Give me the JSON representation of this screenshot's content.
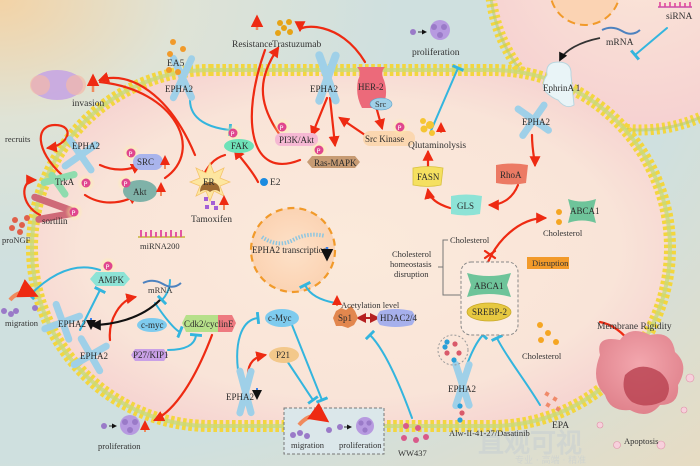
{
  "diagram": {
    "topic": "EPHA2 signaling pathways in cancer",
    "receptor": "EPHA2",
    "extracellular": {
      "invasion": "invasion",
      "recruits": "recruits",
      "proNGF": "proNGF",
      "migration_left": "migration",
      "proliferation_bottom": "proliferation",
      "EA5": "EA5",
      "resistance": "Resistance",
      "trastuzumab": "Trastuzumab",
      "proliferation_top": "proliferation",
      "sirna": "siRNA",
      "mrna_top": "mRNA",
      "ephrinA1": "EphrinA 1",
      "ww437": "WW437",
      "inhibitor": "Alw-II-41-27/Dasatinib",
      "epa": "EPA",
      "membrane_rigidity": "Membrane Rigidity",
      "apoptosis": "Apoptosis",
      "box_migration": "migration",
      "box_proliferation": "proliferation"
    },
    "intracellular": {
      "src": "SRC",
      "akt": "Akt",
      "trka": "TrkA",
      "sortilin": "sortilin",
      "fak": "FAK",
      "e2": "E2",
      "er": "ER",
      "tamoxifen": "Tamoxifen",
      "pi3k": "PI3K/Akt",
      "rasmapk": "Ras-MAPK",
      "her2": "HER-2",
      "src_small": "Src",
      "src_kinase": "Src  Kinase",
      "glutaminolysis": "Qlutaminolysis",
      "fasn": "FASN",
      "rhoa": "RhoA",
      "gls": "GLS",
      "abca1_membrane": "ABCA1",
      "cholesterol_membrane": "Cholesterol",
      "cholesterol_branch": "Cholesterol",
      "chol_disruption": [
        "Cholesterol",
        "homeostasis",
        "disruption"
      ],
      "disruption_badge": "Disruption",
      "abca1_box": "ABCA1",
      "srebp2": "SREBP-2",
      "cholesterol_lower": "Cholesterol",
      "mirna200": "miRNA200",
      "mrna_mid": "mRNA",
      "ampk": "AMPK",
      "transcription": "EPHA2 transcription",
      "acetylation": "Acetylation level",
      "sp1": "Sp1",
      "hdac": "HDAC2/4",
      "cmyc_left": "c-myc",
      "p27": "P27/KIP1",
      "cdk2": "Cdk2/cyclinE",
      "cmyc_right": "c-Myc",
      "p21": "P21",
      "phospho": "P"
    },
    "watermark": {
      "brand": "直观可视",
      "sub": "专业 · 高端 · 精准"
    }
  },
  "colors": {
    "activation": "#ee2a12",
    "inhibition": "#33b5de",
    "receptor": "#9fd0e8",
    "membrane_head": "#f3d63e",
    "up_arrow": "#f08a5d",
    "down_arrow": "#3d7ee8"
  }
}
